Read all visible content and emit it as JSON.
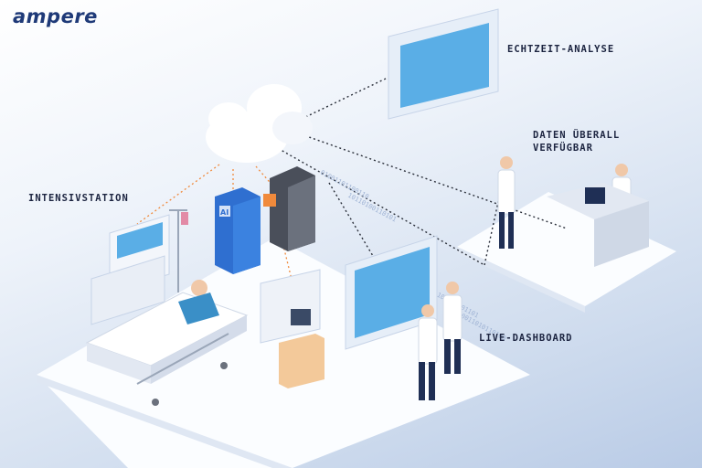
{
  "brand": {
    "name": "ampere"
  },
  "labels": {
    "analysis": "ECHTZEIT-ANALYSE",
    "data_line1": "DATEN ÜBERALL",
    "data_line2": "VERFÜGBAR",
    "icu": "INTENSIVSTATION",
    "dashboard": "LIVE-DASHBOARD"
  },
  "chip": {
    "label": "AI"
  },
  "colors": {
    "brand": "#1f3a78",
    "screen": "#5aaee6",
    "server_blue": "#2f6fd0",
    "server_dark": "#4a4f5a",
    "accent_orange": "#f08a3c",
    "link_dotted": "#2a2f3a"
  }
}
